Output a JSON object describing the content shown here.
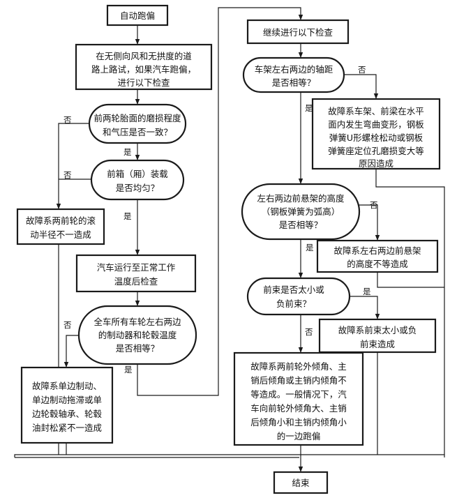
{
  "nodes": {
    "start": "自动跑偏",
    "road_test": [
      "在无侧向风和无拱度的道",
      "路上路试，如果汽车跑偏，",
      "进行以下检查"
    ],
    "tire_wear_q": [
      "前两轮胎面的磨损程度",
      "和气压是否一致？"
    ],
    "cargo_q": [
      "前箱（厢）装载",
      "是否均匀？"
    ],
    "radius_fault": [
      "故障系两前轮的滚",
      "动半径不一造成"
    ],
    "warmup": [
      "汽车运行至正常工作",
      "温度后检查"
    ],
    "brake_temp_q": [
      "全车所有车轮左右两边",
      "的制动器和轮毂温度",
      "是否相等？"
    ],
    "brake_fault": [
      "故障系单边制动、",
      "单边制动拖滞或单",
      "边轮毂轴承、轮毂",
      "油封松紧不一造成"
    ],
    "continue": "继续进行以下检查",
    "wheelbase_q": [
      "车架左右两边的轴距",
      "是否相等？"
    ],
    "frame_fault": [
      "故障系车架、前梁在水平",
      "面内发生弯曲变形，钢板",
      "弹簧U形螺栓松动或钢板",
      "弹簧座定位孔磨损变大等",
      "原因造成"
    ],
    "susp_height_q": [
      "左右两边前悬架的高度",
      "（钢板弹簧为弧高）",
      "是否相等？"
    ],
    "susp_fault": [
      "故障系左右两边前悬架",
      "的高度不等造成"
    ],
    "toe_q": [
      "前束是否太小或",
      "负前束？"
    ],
    "toe_fault": [
      "故障系前束太小或负",
      "前束造成"
    ],
    "alignment_fault": [
      "故障系两前轮外倾角、主",
      "销后倾角或主销内倾角不",
      "等造成。一般情况下，汽",
      "车向前轮外倾角大、主销",
      "后倾角小和主销内倾角小",
      "的一边跑偏"
    ],
    "end": "结束"
  },
  "labels": {
    "yes": "是",
    "no": "否"
  }
}
